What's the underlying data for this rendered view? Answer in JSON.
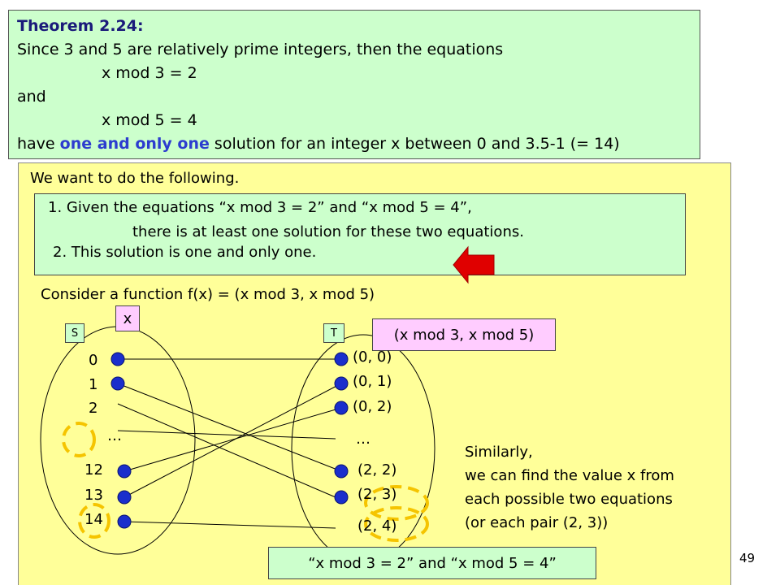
{
  "theorem": {
    "title": "Theorem 2.24:",
    "line1": "Since 3 and 5 are relatively prime integers, then the equations",
    "eq1": "x mod 3 = 2",
    "and": "and",
    "eq2": "x mod 5 = 4",
    "conclusion_pre": "have ",
    "conclusion_bold": "one and only one",
    "conclusion_post": " solution for an integer x between 0 and 3.5-1 (= 14)"
  },
  "panel": {
    "intro": "We want to do the following.",
    "step1a": "1. Given the equations “x mod 3 = 2” and “x mod 5 = 4”,",
    "step1b": "there is at least one solution for these two equations.",
    "step2": "2. This solution is one and only one.",
    "function_text": "Consider a function f(x) = (x mod 3, x mod 5)",
    "similarly": [
      "Similarly,",
      "we can find the value x from",
      "each possible two equations",
      "(or each pair (2, 3))"
    ],
    "bottom_label": "“x mod 3 = 2” and “x mod 5 = 4”"
  },
  "diagram": {
    "label_s": "S",
    "label_x": "x",
    "label_t": "T",
    "label_pair": "(x mod 3, x mod 5)",
    "domain_values": [
      "0",
      "1",
      "2",
      "…",
      "12",
      "13",
      "14"
    ],
    "codomain_values": [
      "(0, 0)",
      "(0, 1)",
      "(0, 2)",
      "…",
      "(2, 2)",
      "(2, 3)",
      "(2, 4)"
    ],
    "colors": {
      "dot": "#1a2ecc",
      "highlight": "#f5c400",
      "arrow": "#e00000"
    }
  },
  "page_number": "49"
}
